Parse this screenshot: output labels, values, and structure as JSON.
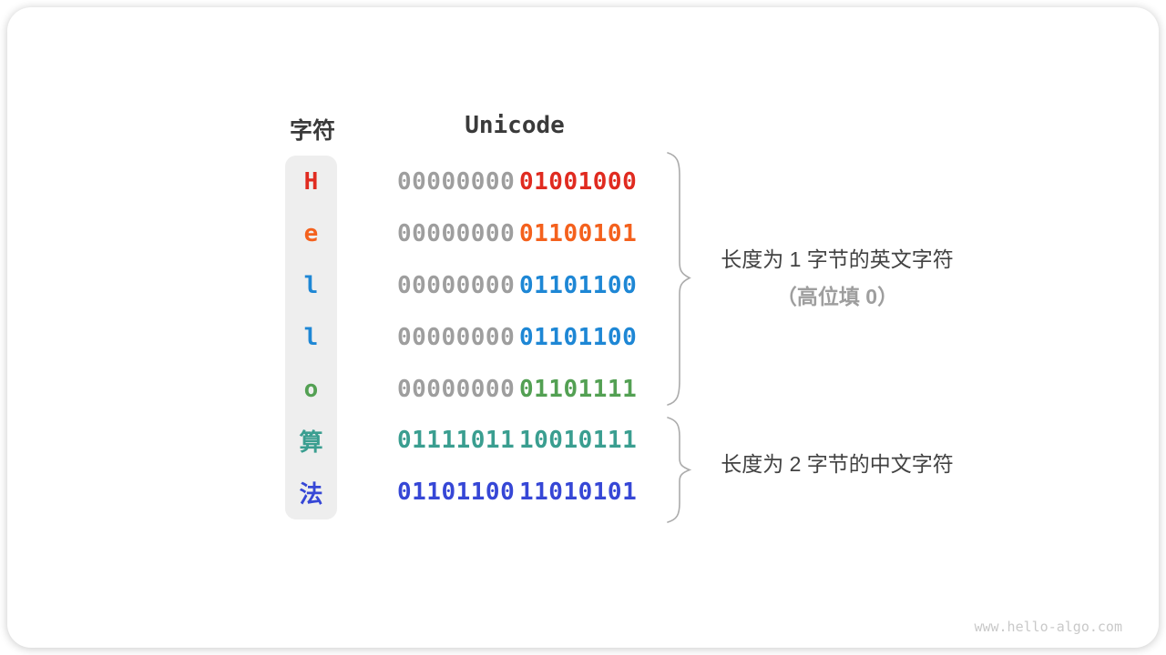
{
  "table": {
    "headers": {
      "char": "字符",
      "unicode": "Unicode"
    },
    "rows": [
      {
        "char": "H",
        "char_color": "#e02b20",
        "byte1": "00000000",
        "byte1_color": "#9e9e9e",
        "byte2": "01001000",
        "byte2_color": "#e02b20"
      },
      {
        "char": "e",
        "char_color": "#f4611d",
        "byte1": "00000000",
        "byte1_color": "#9e9e9e",
        "byte2": "01100101",
        "byte2_color": "#f4611d"
      },
      {
        "char": "l",
        "char_color": "#1e87d5",
        "byte1": "00000000",
        "byte1_color": "#9e9e9e",
        "byte2": "01101100",
        "byte2_color": "#1e87d5"
      },
      {
        "char": "l",
        "char_color": "#1e87d5",
        "byte1": "00000000",
        "byte1_color": "#9e9e9e",
        "byte2": "01101100",
        "byte2_color": "#1e87d5"
      },
      {
        "char": "o",
        "char_color": "#53a053",
        "byte1": "00000000",
        "byte1_color": "#9e9e9e",
        "byte2": "01101111",
        "byte2_color": "#53a053"
      },
      {
        "char": "算",
        "char_color": "#3a9e90",
        "byte1": "01111011",
        "byte1_color": "#3a9e90",
        "byte2": "10010111",
        "byte2_color": "#3a9e90"
      },
      {
        "char": "法",
        "char_color": "#3647d6",
        "byte1": "01101100",
        "byte1_color": "#3647d6",
        "byte2": "11010101",
        "byte2_color": "#3647d6"
      }
    ]
  },
  "annotations": {
    "group1_line1": "长度为 1 字节的英文字符",
    "group1_line2": "（高位填 0）",
    "group2_line1": "长度为 2 字节的中文字符"
  },
  "watermark": "www.hello-algo.com",
  "colors": {
    "strip_bg": "#eeeeee",
    "header_text": "#3a3a3a",
    "padding_zeros": "#9e9e9e",
    "annotation_text": "#424242",
    "annotation_sub_text": "#9e9e9e",
    "brace_stroke": "#ababab",
    "watermark_text": "#c9c9c9"
  }
}
